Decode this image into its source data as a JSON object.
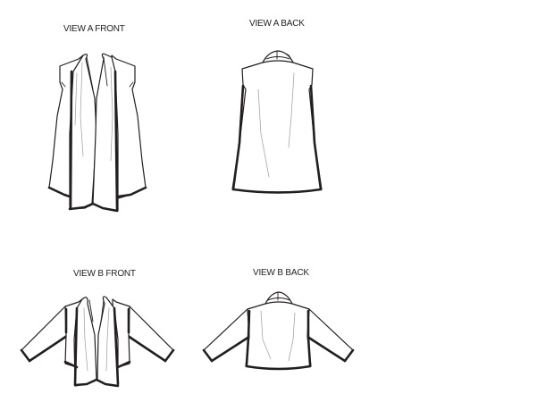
{
  "sheet": {
    "background": "#ffffff",
    "line_color": "#231f20",
    "drape_color": "#9a9a9a"
  },
  "views": [
    {
      "id": "view-a-front",
      "label": "VIEW A FRONT",
      "garment": "sleeveless long drape-front vest",
      "side": "front"
    },
    {
      "id": "view-a-back",
      "label": "VIEW A BACK",
      "garment": "sleeveless long vest with shawl collar",
      "side": "back"
    },
    {
      "id": "view-b-front",
      "label": "VIEW B FRONT",
      "garment": "cropped drape-front jacket with long sleeves",
      "side": "front"
    },
    {
      "id": "view-b-back",
      "label": "VIEW B BACK",
      "garment": "cropped jacket with long sleeves and shawl collar",
      "side": "back"
    }
  ]
}
